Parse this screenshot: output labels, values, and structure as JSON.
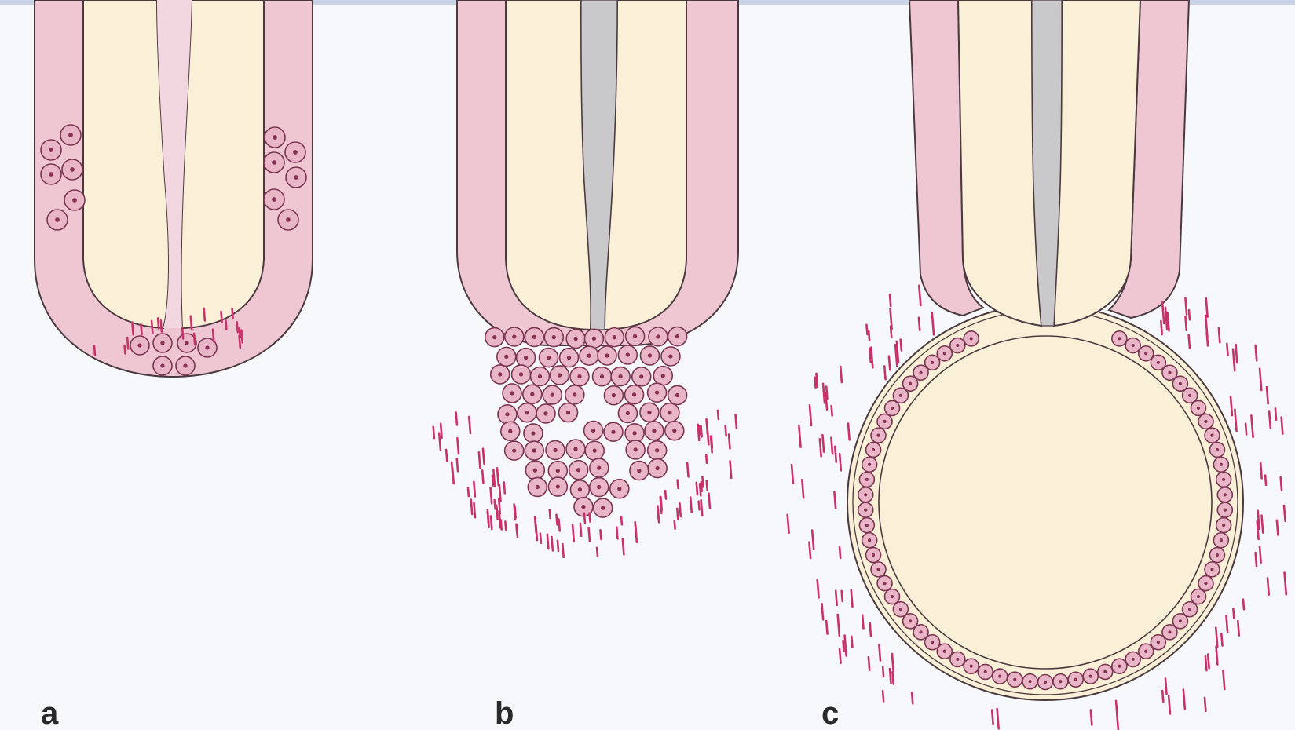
{
  "panels": [
    {
      "id": "a",
      "label": "a"
    },
    {
      "id": "b",
      "label": "b"
    },
    {
      "id": "c",
      "label": "c"
    }
  ],
  "colors": {
    "background": "#f7f8fb",
    "frame_top": "#c9d4e6",
    "wall_pink": "#efc7d3",
    "wall_pink_edge": "#4a3a40",
    "cream": "#faf0d8",
    "central_light": "#f3d7e0",
    "central_grey": "#c9c9cb",
    "cell_fill": "#e9b6c8",
    "cell_edge": "#7b3552",
    "cell_nucleus": "#8a2f55",
    "mesenchyme_ticks": "#c8326b",
    "label_text": "#2a2a2a"
  }
}
